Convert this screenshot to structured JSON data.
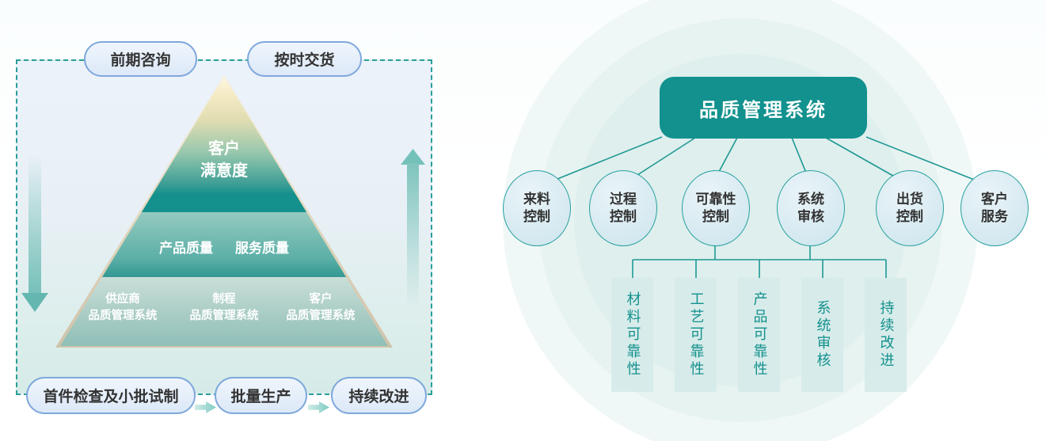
{
  "colors": {
    "teal": "#1f9894",
    "teal_dark": "#12918e",
    "dash": "#2b9e9a",
    "pill_border": "#7fa8dc",
    "pill_fill": "#e6eefb",
    "circle_fill": "#d9ebf2",
    "leaf_fill": "#d9edeb",
    "leaf_text": "#13908d",
    "pyramid_top": "#f4eac4",
    "pyramid_bottom": "#8fc0b8"
  },
  "left_diagram": {
    "top_pills": [
      "前期咨询",
      "按时交货"
    ],
    "pyramid": {
      "tier1_line1": "客户",
      "tier1_line2": "满意度",
      "tier2_items": [
        "产品质量",
        "服务质量"
      ],
      "tier3_items": [
        {
          "line1": "供应商",
          "line2": "品质管理系统"
        },
        {
          "line1": "制程",
          "line2": "品质管理系统"
        },
        {
          "line1": "客户",
          "line2": "品质管理系统"
        }
      ]
    },
    "bottom_pills": [
      "首件检查及小批试制",
      "批量生产",
      "持续改进"
    ]
  },
  "right_diagram": {
    "root_label": "品质管理系统",
    "branch_circles": [
      {
        "line1": "来料",
        "line2": "控制"
      },
      {
        "line1": "过程",
        "line2": "控制"
      },
      {
        "line1": "可靠性",
        "line2": "控制"
      },
      {
        "line1": "系统",
        "line2": "审核"
      },
      {
        "line1": "出货",
        "line2": "控制"
      },
      {
        "line1": "客户",
        "line2": "服务"
      }
    ],
    "leaf_boxes": [
      "材料可靠性",
      "工艺可靠性",
      "产品可靠性",
      "系统审核",
      "持续改进"
    ]
  }
}
